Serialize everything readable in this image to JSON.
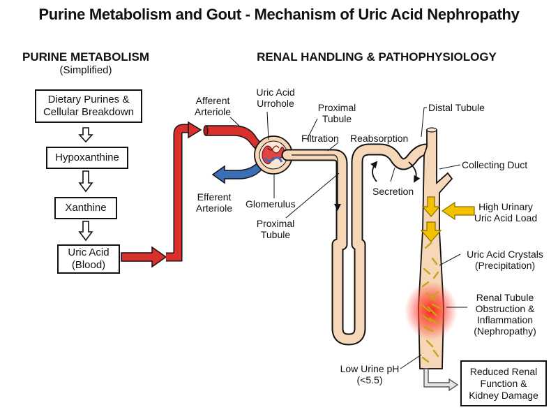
{
  "title": "Purine Metabolism and Gout - Mechanism of Uric Acid Nephropathy",
  "left_section": {
    "heading": "PURINE METABOLISM",
    "subheading": "(Simplified)",
    "steps": [
      {
        "line1": "Dietary Purines &",
        "line2": "Cellular Breakdown"
      },
      {
        "line1": "Hypoxanthine"
      },
      {
        "line1": "Xanthine"
      },
      {
        "line1": "Uric Acid",
        "line2": "(Blood)"
      }
    ]
  },
  "right_section": {
    "heading": "RENAL HANDLING & PATHOPHYSIOLOGY",
    "labels": {
      "afferent": {
        "line1": "Afferent",
        "line2": "Arteriole"
      },
      "efferent": {
        "line1": "Efferent",
        "line2": "Arteriole"
      },
      "uric_acid_urrohole": {
        "line1": "Uric Acid",
        "line2": "Urrohole"
      },
      "proximal_top": {
        "line1": "Proximal",
        "line2": "Tubule"
      },
      "filtration": "Filtration",
      "glomerulus": "Glomerulus",
      "proximal_bottom": {
        "line1": "Proximal",
        "line2": "Tubule"
      },
      "reabsorption": "Reabsorption",
      "secretion": "Secretion",
      "distal_tubule": "Distal Tubule",
      "collecting_duct": "Collecting Duct",
      "high_urinary": {
        "line1": "High Urinary",
        "line2": "Uric Acid Load"
      },
      "crystals": {
        "line1": "Uric Acid Crystals",
        "line2": "(Precipitation)"
      },
      "obstruction": {
        "line1": "Renal Tubule",
        "line2": "Obstruction &",
        "line3": "Inflammation",
        "line4": "(Nephropathy)"
      },
      "low_ph": {
        "line1": "Low Urine pH",
        "line2": "(<5.5)"
      }
    },
    "outcome_box": {
      "line1": "Reduced Renal",
      "line2": "Function &",
      "line3": "Kidney Damage"
    }
  },
  "colors": {
    "artery": "#d9302c",
    "vein": "#3a6fb8",
    "tubule_fill": "#f6d7b8",
    "arrow_yellow": "#f2c200",
    "crystal": "#e8c84a",
    "inflammation": "#ff2a1a"
  }
}
